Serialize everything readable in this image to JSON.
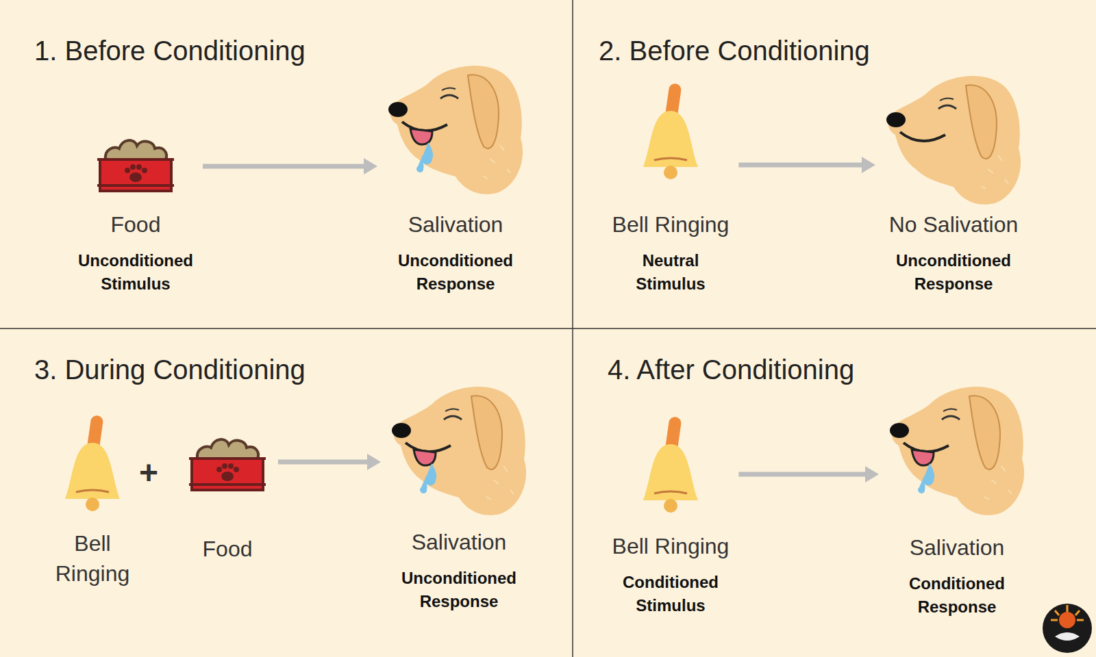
{
  "diagram": {
    "nodes": [
      {
        "text": [
          "1. Before Conditioning"
        ]
      },
      {
        "text": [
          "Food",
          "Unconditioned Stimulus"
        ],
        "in": 0
      },
      {
        "text": [
          "Salivation",
          "Unconditioned Response"
        ],
        "in": 0
      },
      {
        "text": [
          "2. Before Conditioning"
        ]
      },
      {
        "text": [
          "Bell Ringing",
          "Neutral Stimulus"
        ],
        "in": 3
      },
      {
        "text": [
          "No Salivation",
          "Unconditioned Response"
        ],
        "in": 3
      },
      {
        "text": [
          "3. During Conditioning"
        ]
      },
      {
        "text": [
          "Bell Ringing"
        ],
        "in": 6
      },
      {
        "text": [
          "Food"
        ],
        "in": 6
      },
      {
        "text": [
          "Salivation",
          "Unconditioned Response"
        ],
        "in": 6
      },
      {
        "text": [
          "4. After Conditioning"
        ]
      },
      {
        "text": [
          "Bell Ringing",
          "Conditioned Stimulus"
        ],
        "in": 10
      },
      {
        "text": [
          "Salivation",
          "Conditioned Response"
        ],
        "in": 10
      }
    ],
    "edges": [
      {
        "from": 1,
        "to": 2,
        "arrow": "to"
      },
      {
        "from": 4,
        "to": 5,
        "arrow": "to"
      },
      {
        "from": 8,
        "to": 9,
        "arrow": "to"
      },
      {
        "from": 11,
        "to": 12,
        "arrow": "to"
      }
    ],
    "labels": [
      "+"
    ]
  }
}
